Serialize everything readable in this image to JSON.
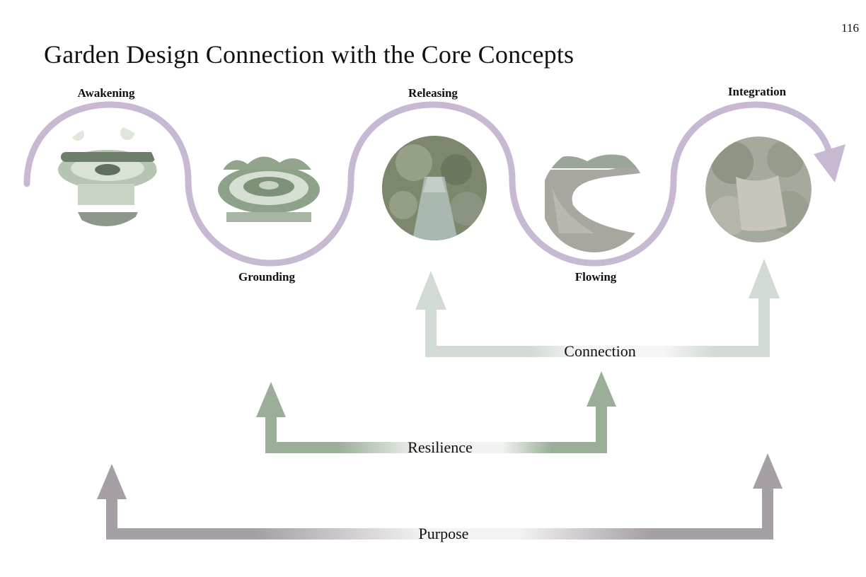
{
  "page": {
    "number": "116",
    "title": "Garden Design Connection with the Core Concepts"
  },
  "stages": [
    {
      "label": "Awakening",
      "image": "garden-seating-circle-image"
    },
    {
      "label": "Grounding",
      "image": "circular-garden-bed-image"
    },
    {
      "label": "Releasing",
      "image": "wooded-pathway-image"
    },
    {
      "label": "Flowing",
      "image": "curving-boardwalk-image"
    },
    {
      "label": "Integration",
      "image": "garden-path-landscape-image"
    }
  ],
  "arrows": {
    "connection": {
      "label": "Connection",
      "color": "#d2dbd3"
    },
    "resilience": {
      "label": "Resilience",
      "color": "#9aae98"
    },
    "purpose": {
      "label": "Purpose",
      "color": "#a79fa6"
    }
  },
  "colors": {
    "wave": "#c8b9d3",
    "image_tone": "#9aa69a"
  }
}
